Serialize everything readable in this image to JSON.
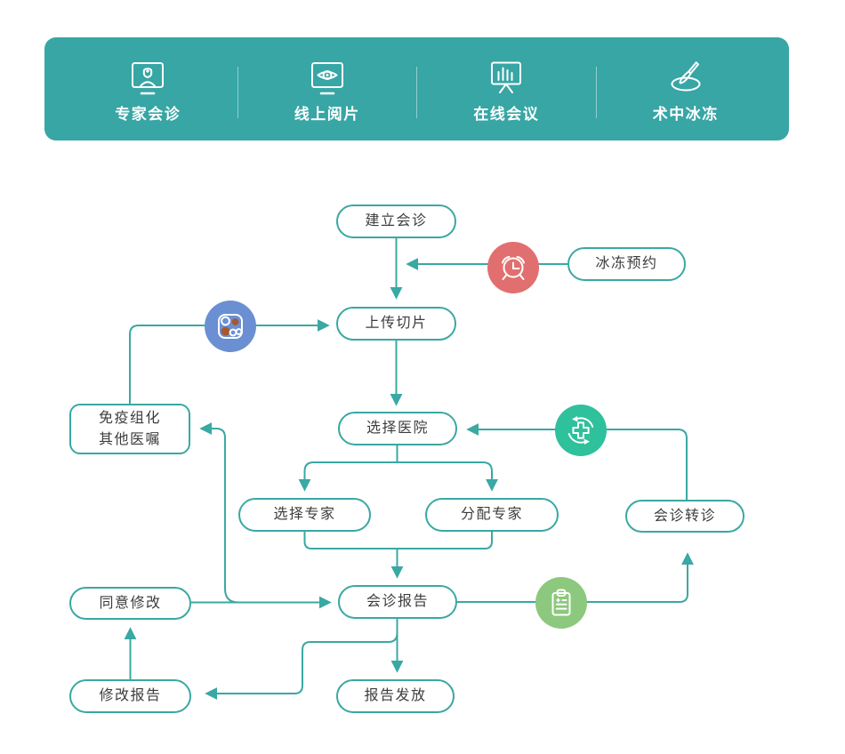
{
  "header": {
    "bg_color": "#37A6A5",
    "items": [
      {
        "label": "专家会诊",
        "icon": "doctor-monitor"
      },
      {
        "label": "线上阅片",
        "icon": "eye-monitor"
      },
      {
        "label": "在线会议",
        "icon": "presentation-chart"
      },
      {
        "label": "术中冰冻",
        "icon": "scalpel-dish"
      }
    ]
  },
  "flowchart": {
    "line_color": "#3AA8A3",
    "text_color": "#3D3D3D",
    "nodes": {
      "create_consultation": "建立会诊",
      "frozen_appointment": "冰冻预约",
      "upload_slides": "上传切片",
      "ihc_line1": "免疫组化",
      "ihc_line2": "其他医嘱",
      "select_hospital": "选择医院",
      "select_expert": "选择专家",
      "assign_expert": "分配专家",
      "consultation_referral": "会诊转诊",
      "consultation_report": "会诊报告",
      "agree_modification": "同意修改",
      "modify_report": "修改报告",
      "issue_report": "报告发放"
    },
    "badge_colors": {
      "alarm_clock": "#E26F6F",
      "specimen_slide": "#6B8FD3",
      "slide_dot": "#A5592F",
      "medical_cross_refresh": "#2FC09C",
      "report_clipboard": "#8CC87D"
    }
  }
}
